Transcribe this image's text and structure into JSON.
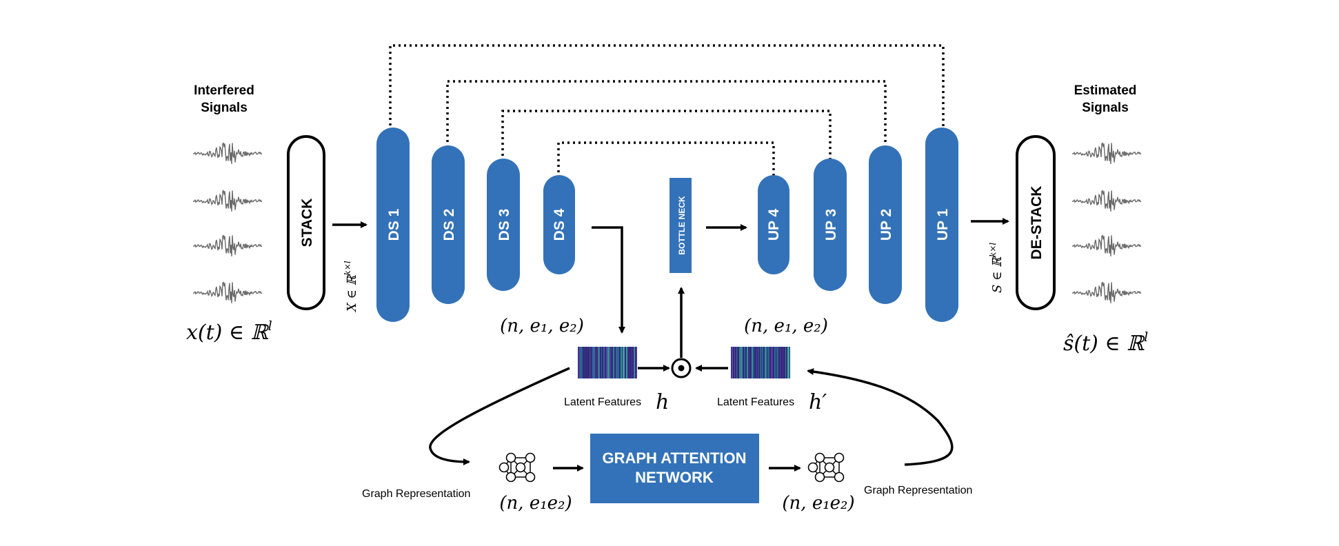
{
  "labels": {
    "input_title_line1": "Interfered",
    "input_title_line2": "Signals",
    "output_title_line1": "Estimated",
    "output_title_line2": "Signals",
    "input_eq": "x(t) ∈ ℝ",
    "input_eq_sup": "l",
    "output_eq": "ŝ(t) ∈ ℝ",
    "output_eq_sup": "l",
    "x_matrix": "X ∈ ℝ",
    "x_matrix_sup": "k×l",
    "s_matrix": "S ∈ ℝ",
    "s_matrix_sup": "k×l",
    "latent_left_label": "Latent Features",
    "latent_left_symbol": "h",
    "latent_right_label": "Latent Features",
    "latent_right_symbol": "h′",
    "latent_left_shape": "(n, e₁, e₂)",
    "latent_right_shape": "(n, e₁, e₂)",
    "graph_left_label": "Graph Representation",
    "graph_right_label": "Graph Representation",
    "graph_left_shape": "(n, e₁e₂)",
    "graph_right_shape": "(n, e₁e₂)",
    "gat_line1": "GRAPH ATTENTION",
    "gat_line2": "NETWORK",
    "odot": "⊙"
  },
  "blocks": {
    "stack": "STACK",
    "destack": "DE-STACK",
    "ds1": "DS 1",
    "ds2": "DS 2",
    "ds3": "DS 3",
    "ds4": "DS 4",
    "bottleneck": "BOTTLE NECK",
    "up4": "UP 4",
    "up3": "UP 3",
    "up2": "UP 2",
    "up1": "UP 1"
  },
  "colors": {
    "block_blue": "#3372b8",
    "arrow": "#000000",
    "waveform": "#6b6b6b",
    "feature_map_base": "#2b2d7a",
    "feature_map_stripe": "#3fa8a0"
  }
}
